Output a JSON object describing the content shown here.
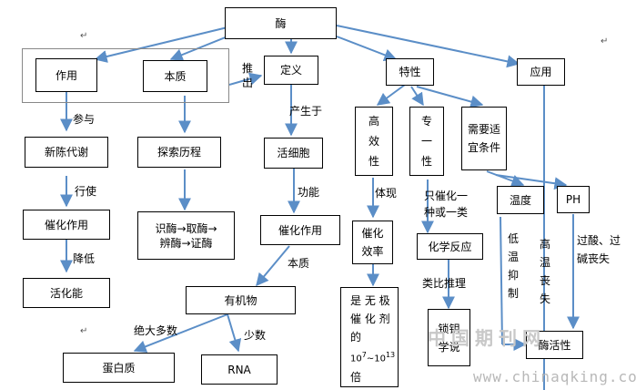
{
  "nodes": {
    "enzyme": "酶",
    "function": "作用",
    "essence": "本质",
    "definition": "定义",
    "properties": "特性",
    "application": "应用",
    "metabolism": "新陈代谢",
    "history": "探索历程",
    "living_cell": "活细胞",
    "high_eff": "高效性",
    "specific": "专一性",
    "conditions": "需要适宜条件",
    "catalysis_left": "催化作用",
    "catalysis_mid": "催化作用",
    "history_detail_1": "识酶→取酶→",
    "history_detail_2": "辨酶→证酶",
    "activation": "活化能",
    "organic": "有机物",
    "protein": "蛋白质",
    "rna": "RNA",
    "cat_eff": "催化效率",
    "chem_rxn": "化学反应",
    "temp": "温度",
    "ph": "PH",
    "lock_key": "锁钥学说",
    "enzyme_activity": "酶活性",
    "compare_line1": "是 无 极",
    "compare_line2": "催 化 剂",
    "compare_line3": "的",
    "compare_line4_a": "10",
    "compare_line4_b": "7",
    "compare_line4_c": "~10",
    "compare_line4_d": "13",
    "compare_line5": "倍"
  },
  "labels": {
    "participate": "参与",
    "exercise": "行使",
    "lower": "降低",
    "derive": "推出",
    "produced_by": "产生于",
    "function_lbl": "功能",
    "essence_lbl": "本质",
    "mostly": "绝大多数",
    "few": "少数",
    "manifest": "体现",
    "only_catalyze": "只催化一",
    "one_kind": "种或一类",
    "analogy": "类比推理",
    "low_temp": "低温抑制",
    "high_temp": "高温丧失",
    "acid_base": "过酸、过碱丧失"
  },
  "watermark": {
    "site_cn": "中国期刊网",
    "site_url": "www.chinaqking.com"
  },
  "colors": {
    "arrow": "#5b8ec7",
    "border": "#000000",
    "group_border": "#888888"
  }
}
